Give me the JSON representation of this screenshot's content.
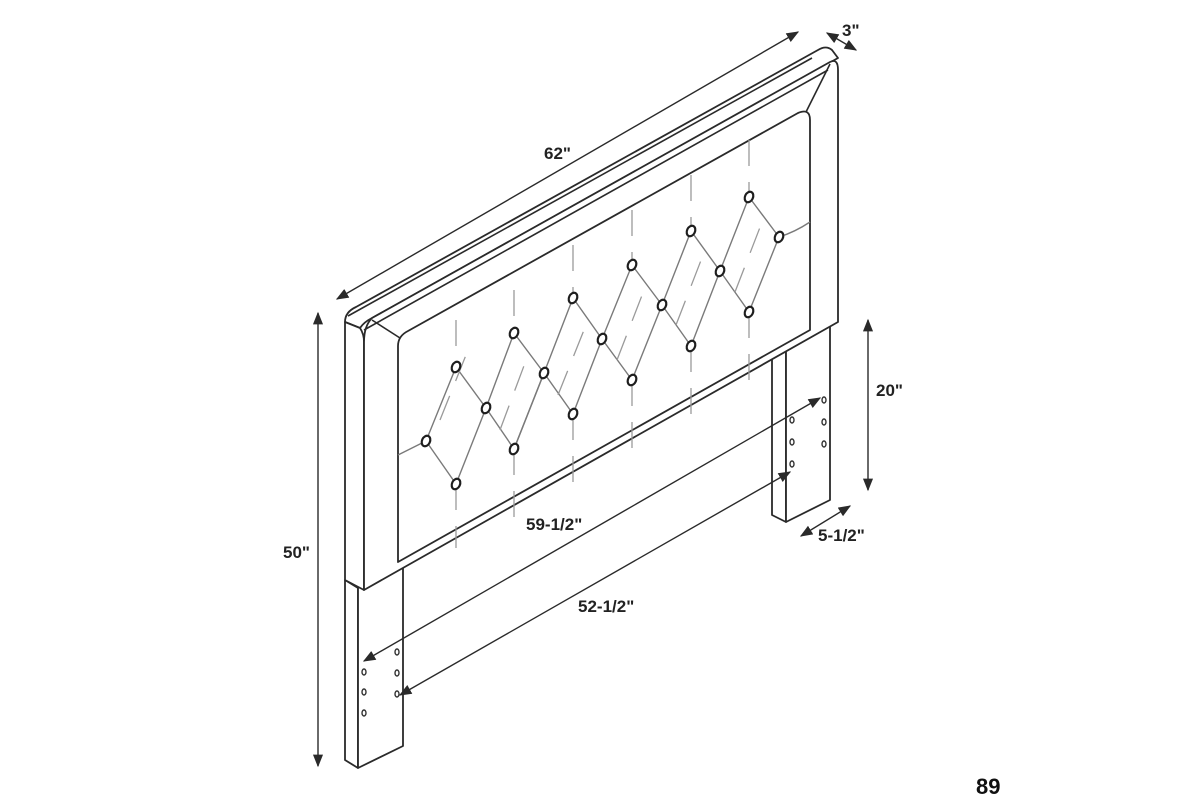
{
  "diagram": {
    "subject": "Upholstered tufted headboard with legs",
    "dimensions": {
      "width_overall": "62\"",
      "depth": "3\"",
      "height_overall": "50\"",
      "leg_height": "20\"",
      "leg_width": "5-1/2\"",
      "inner_span_outer": "59-1/2\"",
      "inner_span_inner": "52-1/2\""
    },
    "page_mark": "89"
  }
}
